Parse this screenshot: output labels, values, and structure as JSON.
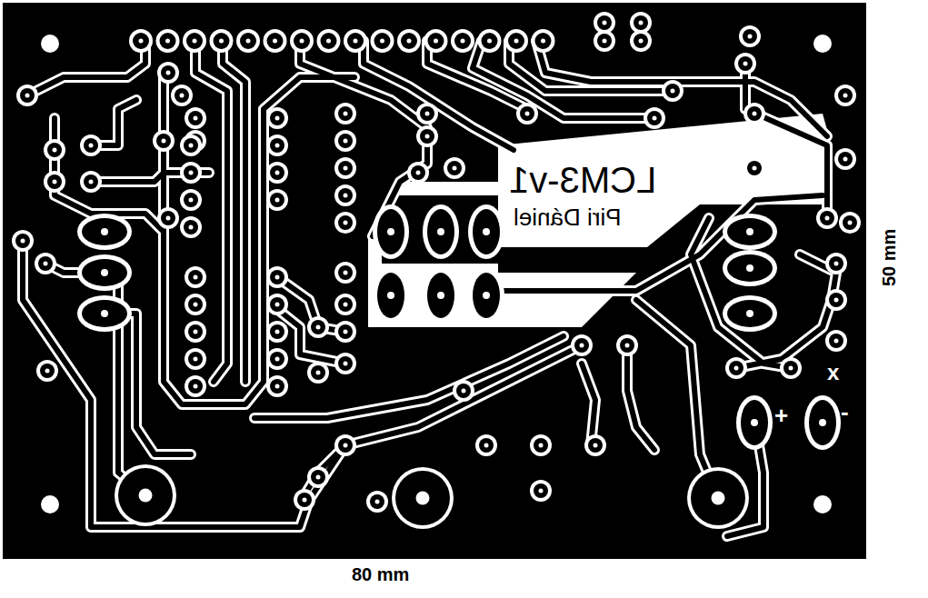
{
  "diagram": {
    "labels": [
      "LCM3-v1",
      "Piri Dániel",
      "+",
      "-",
      "x",
      "50 mm",
      "80 mm"
    ]
  }
}
